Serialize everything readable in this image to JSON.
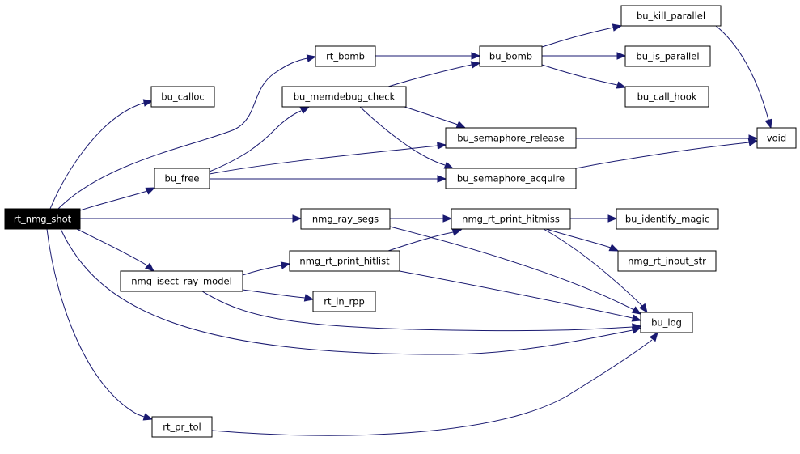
{
  "colors": {
    "edge": "#191970",
    "root_fill": "#000000",
    "root_text": "#ffffff",
    "node_border": "#000000"
  },
  "nodes": {
    "rt_nmg_shot": "rt_nmg_shot",
    "bu_calloc": "bu_calloc",
    "rt_bomb": "rt_bomb",
    "bu_bomb": "bu_bomb",
    "bu_kill_parallel": "bu_kill_parallel",
    "bu_is_parallel": "bu_is_parallel",
    "bu_call_hook": "bu_call_hook",
    "void": "void",
    "bu_memdebug_check": "bu_memdebug_check",
    "bu_semaphore_release": "bu_semaphore_release",
    "bu_free": "bu_free",
    "bu_semaphore_acquire": "bu_semaphore_acquire",
    "nmg_ray_segs": "nmg_ray_segs",
    "nmg_rt_print_hitmiss": "nmg_rt_print_hitmiss",
    "bu_identify_magic": "bu_identify_magic",
    "nmg_rt_print_hitlist": "nmg_rt_print_hitlist",
    "nmg_rt_inout_str": "nmg_rt_inout_str",
    "nmg_isect_ray_model": "nmg_isect_ray_model",
    "rt_in_rpp": "rt_in_rpp",
    "bu_log": "bu_log",
    "rt_pr_tol": "rt_pr_tol"
  },
  "edges": [
    [
      "rt_nmg_shot",
      "bu_calloc"
    ],
    [
      "rt_nmg_shot",
      "rt_bomb"
    ],
    [
      "rt_nmg_shot",
      "bu_free"
    ],
    [
      "rt_nmg_shot",
      "nmg_ray_segs"
    ],
    [
      "rt_nmg_shot",
      "nmg_isect_ray_model"
    ],
    [
      "rt_nmg_shot",
      "bu_log"
    ],
    [
      "rt_nmg_shot",
      "rt_pr_tol"
    ],
    [
      "rt_bomb",
      "bu_bomb"
    ],
    [
      "bu_bomb",
      "bu_kill_parallel"
    ],
    [
      "bu_bomb",
      "bu_is_parallel"
    ],
    [
      "bu_bomb",
      "bu_call_hook"
    ],
    [
      "bu_kill_parallel",
      "void"
    ],
    [
      "bu_memdebug_check",
      "bu_bomb"
    ],
    [
      "bu_memdebug_check",
      "bu_semaphore_release"
    ],
    [
      "bu_memdebug_check",
      "bu_semaphore_acquire"
    ],
    [
      "bu_free",
      "bu_memdebug_check"
    ],
    [
      "bu_free",
      "bu_semaphore_release"
    ],
    [
      "bu_free",
      "bu_semaphore_acquire"
    ],
    [
      "bu_semaphore_release",
      "void"
    ],
    [
      "bu_semaphore_acquire",
      "void"
    ],
    [
      "nmg_ray_segs",
      "nmg_rt_print_hitmiss"
    ],
    [
      "nmg_ray_segs",
      "bu_log"
    ],
    [
      "nmg_rt_print_hitmiss",
      "bu_identify_magic"
    ],
    [
      "nmg_rt_print_hitmiss",
      "nmg_rt_inout_str"
    ],
    [
      "nmg_rt_print_hitmiss",
      "bu_log"
    ],
    [
      "nmg_rt_print_hitlist",
      "nmg_rt_print_hitmiss"
    ],
    [
      "nmg_rt_print_hitlist",
      "bu_log"
    ],
    [
      "nmg_isect_ray_model",
      "nmg_rt_print_hitlist"
    ],
    [
      "nmg_isect_ray_model",
      "rt_in_rpp"
    ],
    [
      "nmg_isect_ray_model",
      "bu_log"
    ],
    [
      "rt_pr_tol",
      "bu_log"
    ]
  ]
}
